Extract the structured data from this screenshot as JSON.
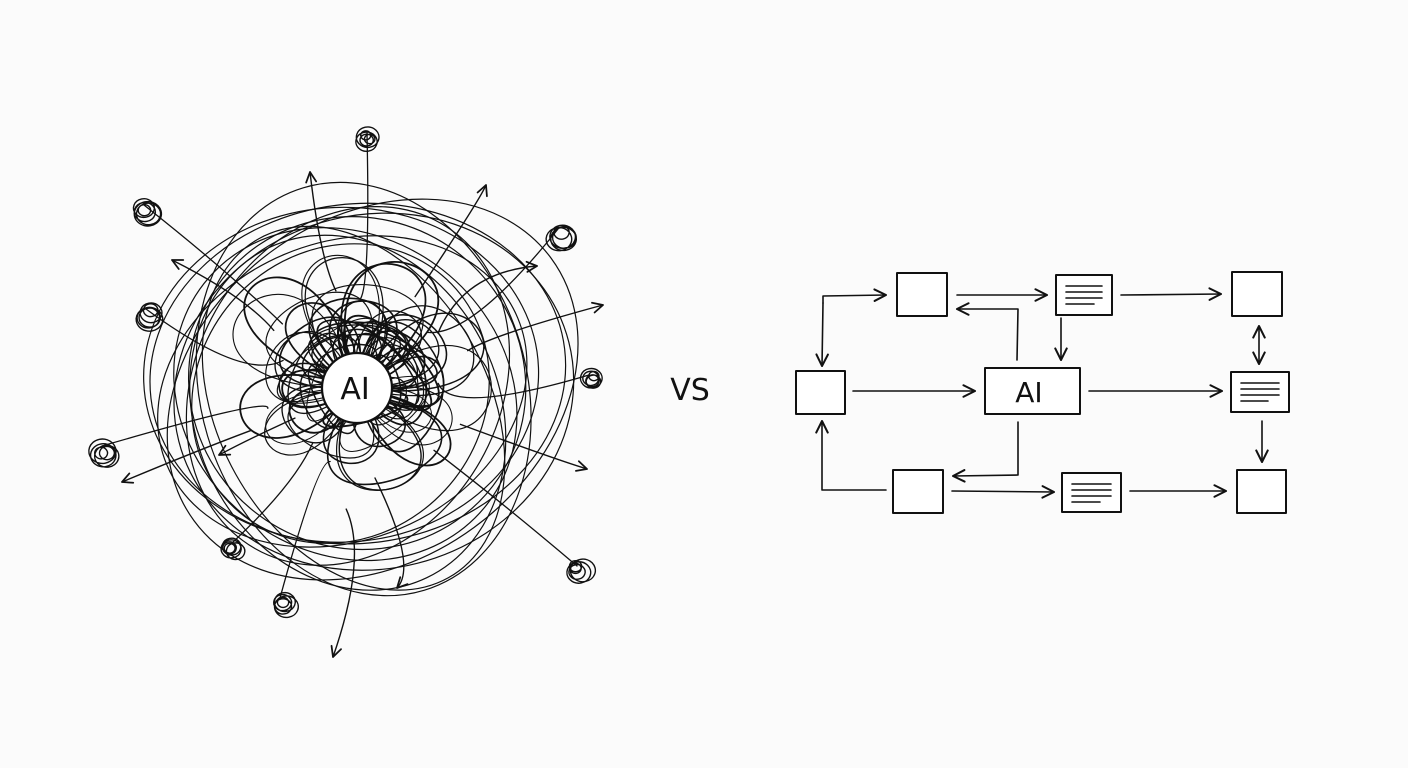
{
  "diagram": {
    "left": {
      "center_label": "AI"
    },
    "separator_label": "VS",
    "right": {
      "center_label": "AI",
      "nodes": [
        {
          "id": "top-left",
          "kind": "box"
        },
        {
          "id": "top-mid",
          "kind": "document"
        },
        {
          "id": "top-right",
          "kind": "box"
        },
        {
          "id": "mid-left",
          "kind": "box"
        },
        {
          "id": "center",
          "kind": "label-box"
        },
        {
          "id": "mid-right",
          "kind": "document"
        },
        {
          "id": "bottom-left",
          "kind": "box"
        },
        {
          "id": "bottom-mid",
          "kind": "document"
        },
        {
          "id": "bottom-right",
          "kind": "box"
        }
      ],
      "edges": [
        {
          "from": "mid-left",
          "to": "top-left"
        },
        {
          "from": "top-left",
          "to": "mid-left"
        },
        {
          "from": "top-left",
          "to": "top-mid"
        },
        {
          "from": "top-mid",
          "to": "top-right"
        },
        {
          "from": "top-mid",
          "to": "center"
        },
        {
          "from": "center",
          "to": "top-left"
        },
        {
          "from": "mid-left",
          "to": "center"
        },
        {
          "from": "center",
          "to": "mid-right"
        },
        {
          "from": "top-right",
          "to": "mid-right"
        },
        {
          "from": "mid-right",
          "to": "top-right"
        },
        {
          "from": "mid-right",
          "to": "bottom-right"
        },
        {
          "from": "bottom-left",
          "to": "mid-left"
        },
        {
          "from": "center",
          "to": "bottom-left"
        },
        {
          "from": "bottom-left",
          "to": "bottom-mid"
        },
        {
          "from": "bottom-mid",
          "to": "bottom-right"
        }
      ]
    }
  }
}
